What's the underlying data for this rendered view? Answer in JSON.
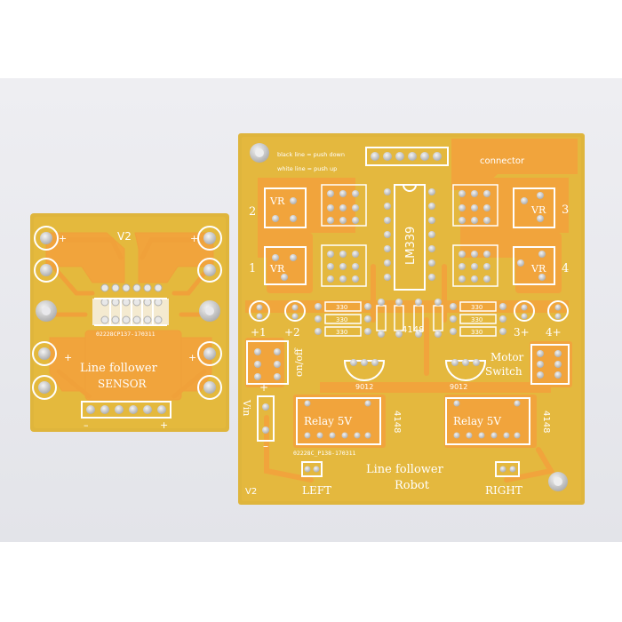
{
  "sensor_board": {
    "label_v2": "V2",
    "part_no": "02228CP137-170311",
    "title_line1": "Line follower",
    "title_line2": "SENSOR",
    "plus": "+",
    "minus": "–"
  },
  "robot_board": {
    "note_black": "black line = push down",
    "note_white": "white line = push up",
    "ic_label": "LM339",
    "vr": "VR",
    "pot_numbers": [
      "1",
      "2",
      "3",
      "4"
    ],
    "resistor_value": "330",
    "led_labels": [
      "+1",
      "+2",
      "3+",
      "4+"
    ],
    "on_off": "on/off",
    "diode": "4148",
    "transistor": "9012",
    "motor_switch_line1": "Motor",
    "motor_switch_line2": "Switch",
    "vin": "Vin",
    "relay": "Relay  5V",
    "part_no": "02228C_P138-170311",
    "title_line1": "Line follower",
    "title_line2": "Robot",
    "left": "LEFT",
    "right": "RIGHT",
    "connector": "connector",
    "corner_v2": "V2"
  },
  "colors": {
    "background_band": "#e9eaee",
    "fr4": "#e0b840",
    "copper": "#f0a03a",
    "pad": "#d9d9d9"
  }
}
